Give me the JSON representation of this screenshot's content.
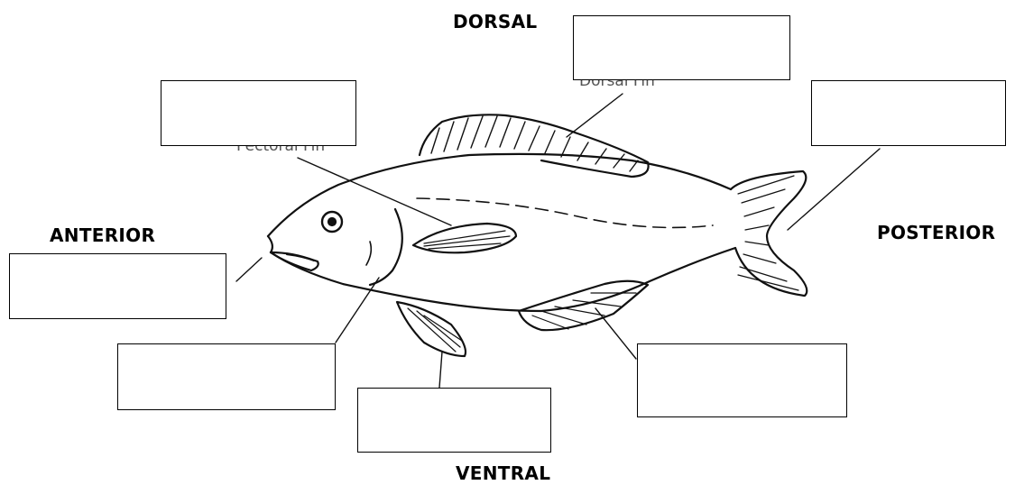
{
  "diagram": {
    "directions": {
      "dorsal": "DORSAL",
      "anterior": "ANTERIOR",
      "posterior": "POSTERIOR",
      "ventral": "VENTRAL"
    },
    "partially_hidden_labels": {
      "dorsal_fin": "Dorsal Fin",
      "pectoral_fin": "Pectoral Fin"
    },
    "answer_boxes": [
      {
        "id": "dorsal-fin",
        "text": ""
      },
      {
        "id": "pectoral-fin",
        "text": ""
      },
      {
        "id": "caudal-fin",
        "text": ""
      },
      {
        "id": "mouth",
        "text": ""
      },
      {
        "id": "gill-cover",
        "text": ""
      },
      {
        "id": "pelvic-fin",
        "text": ""
      },
      {
        "id": "anal-fin",
        "text": ""
      }
    ]
  }
}
